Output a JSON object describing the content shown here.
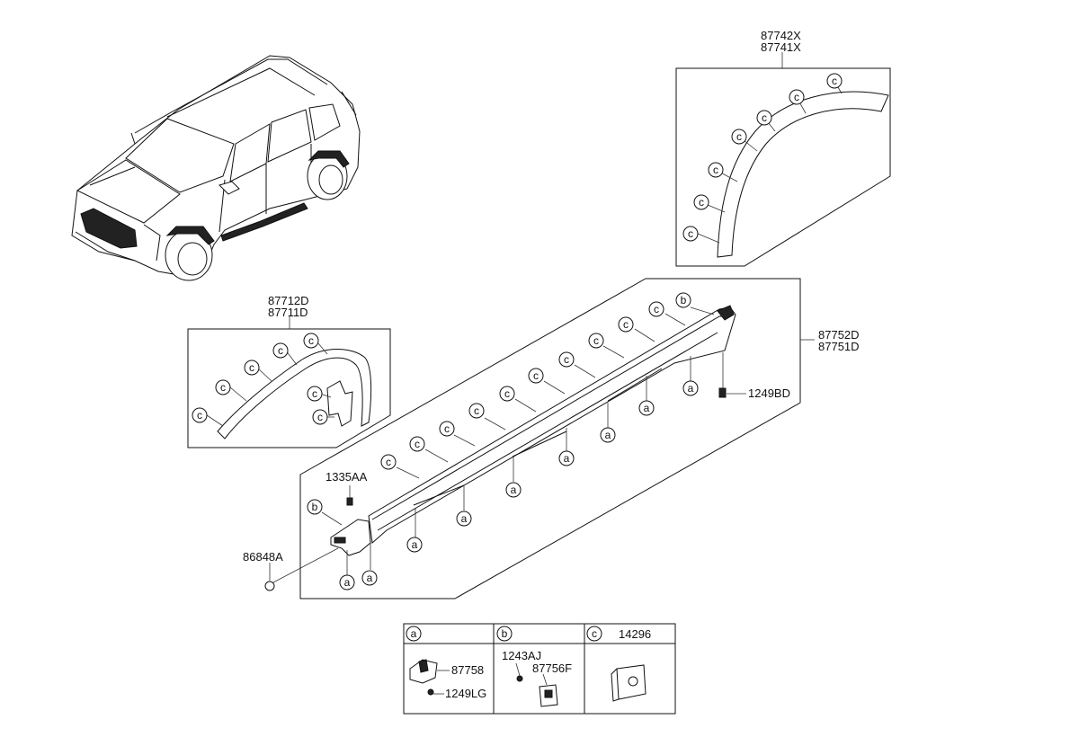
{
  "callouts": {
    "rear_arch": [
      "87742X",
      "87741X"
    ],
    "front_arch": [
      "87712D",
      "87711D"
    ],
    "side_sill": [
      "87752D",
      "87751D"
    ],
    "screw_sill": "1249BD",
    "fastener_top": "1335AA",
    "fastener_bottom": "86848A"
  },
  "markers": {
    "a": "a",
    "b": "b",
    "c": "c"
  },
  "legend": {
    "a_parts": [
      "87758",
      "1249LG"
    ],
    "b_parts": [
      "1243AJ",
      "87756F"
    ],
    "c_part": "14296"
  }
}
